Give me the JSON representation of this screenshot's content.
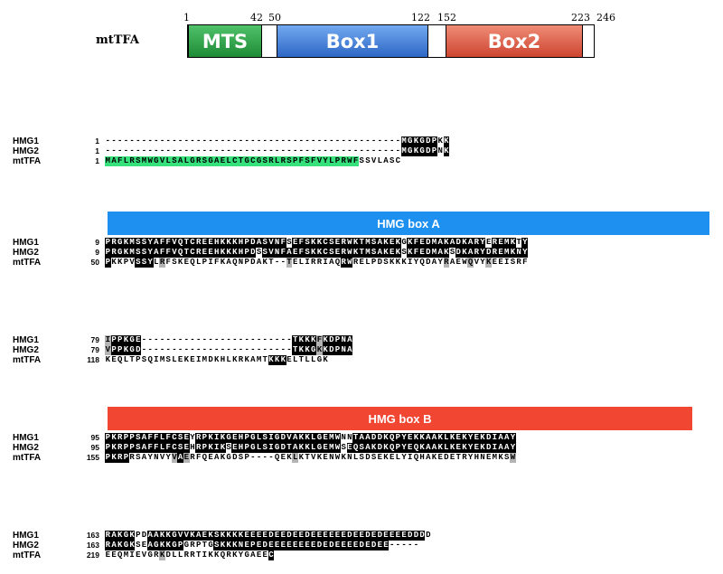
{
  "protein_label": "mtTFA",
  "positions": [
    "1",
    "42",
    "50",
    "122",
    "152",
    "223",
    "246"
  ],
  "domains": [
    {
      "label": "MTS",
      "color": "#2a9e45"
    },
    {
      "label": "Box1",
      "color": "#3a78d8"
    },
    {
      "label": "Box2",
      "color": "#df5a43"
    }
  ],
  "hmg_box_a": "HMG box A",
  "hmg_box_b": "HMG box B",
  "blocks": [
    {
      "rows": [
        {
          "name": "HMG1",
          "start": "1",
          "seq": "-------------------------------------------------MGKGDPKK",
          "mask": "-------------------------------------------------bbbbbbwb"
        },
        {
          "name": "HMG2",
          "start": "1",
          "seq": "-------------------------------------------------MGKGDPNK",
          "mask": "-------------------------------------------------bbbbbbwb"
        },
        {
          "name": "mtTFA",
          "start": "1",
          "seq": "MAFLRSMWGVLSALGRSGAELCTGCGSRLRSPFSFVYLPRWFSSVLASC",
          "mask": "mmmmmmmmmmmmmmmmmmmmmmmmmmmmmmmmmmmmmmmmmmwwwwwww"
        }
      ]
    },
    {
      "rows": [
        {
          "name": "HMG1",
          "start": "9",
          "seq": "PRGKMSSYAFFVQTCREEHKKKHPDASVNFSEFSKKCSERWKTMSAKEKGKFEDMAKADKARYEREMKTY",
          "mask": "bbbbbbbbbbbbbbbbbbbbbbbbbbbbbbwbbbbbbbbbbbbbbbbbbwbbbbbbbbbbbbbwbbbbwb"
        },
        {
          "name": "HMG2",
          "start": "9",
          "seq": "PRGKMSSYAFFVQTCREEHKKKHPDSSVNFAEFSKKCSERWKTMSAKEKSKFEDMAKSDKARYDREMKNY",
          "mask": "bbbbbbbbbbbbbbbbbbbbbbbbbwbbbbbbbbbbbbbbbbbbbbbbbwbbbbbbbwbbbbbbbbbbbb"
        },
        {
          "name": "mtTFA",
          "start": "50",
          "seq": "PKKPVSSYLRFSKEQLPIFKAQNPDAKT--TELIRRIAQRWRELPDSKKKIYQDAYRAEWQVYKEEISRF",
          "mask": "bwwwwbbbwgwwwwwwwwwwwwwwwwww--gwwwwwwwwbbwwwwwwwwwwwwwwwgwwwgwwgwwwww"
        }
      ]
    },
    {
      "rows": [
        {
          "name": "HMG1",
          "start": "79",
          "seq": "IPPKGE-------------------------TKKKFKDPNA",
          "mask": "gbbbbb-------------------------bbbbgbbbbb"
        },
        {
          "name": "HMG2",
          "start": "79",
          "seq": "VPPKGD-------------------------TKKGKKDPNA",
          "mask": "gbbbbb-------------------------bbbbgbbbbb"
        },
        {
          "name": "mtTFA",
          "start": "118",
          "seq": "KEQLTPSQIMSLEKEIMDKHLKRKAMTKKKELTLLGK",
          "mask": "wwwwwwwwwwwwwwwwwwwwwwwwwwwbbbwwwwwww"
        }
      ]
    },
    {
      "rows": [
        {
          "name": "HMG1",
          "start": "95",
          "seq": "PKRPPSAFFLFCSEYRPKIKGEHPGLSIGDVAKKLGEMWNNTAADDKQPYEKKAAKLKEKYEKDIAAY",
          "mask": "bbbbbbbbbbbbbbwbbbbbbbbbbbbbbbbbbbbbbbbwwbbbbbbbbbbbbbbbbbbbbbbbbbbb"
        },
        {
          "name": "HMG2",
          "start": "95",
          "seq": "PKRPPSAFFLFCSEHRPKIKSEHPGLSIGDTAKKLGEMWSEQSAKDKQPYEQKAAKLKEKYEKDIAAY",
          "mask": "bbbbbbbbbbbbbbwbbbbbwbbbbbbbbbbbbbbbbbbwbbbbbbbbbbbbbbbbbbbbbbbbbbbb"
        },
        {
          "name": "mtTFA",
          "start": "155",
          "seq": "PKRPRSAYNVYVAERFQEAKGDSP----QEKLKTVKENWKNLSDSEKELYIQHAKEDETRYHNEMKSW",
          "mask": "bbbbwwwwwwwgbgwwwwwwwwww----wwwgwwwwwwwwwwwwwwwwwwwwwwwwwwwwwwwwwwwg"
        }
      ]
    },
    {
      "rows": [
        {
          "name": "HMG1",
          "start": "163",
          "seq": "RAKGKPDAAKKGVVKAEKSKKKKEEEEDEEDEEDEEEEEEDEEDEDEEEEDDDD",
          "mask": "bbbbbwwbbbbbbbbbbbbbbbbbbbbbbbbbbbbbbbbbbbbbbbbbbbbbb"
        },
        {
          "name": "HMG2",
          "start": "163",
          "seq": "RAKGKSEAGKKGPGRPTGSKKKNEPEDEEEEEEEEDEDEEEEDEDEE-----",
          "mask": "bbbbbwwbbbbbbwwwwwbbbbbbbbbbbbbbbbbbbbbbbbbbbbb-----"
        },
        {
          "name": "mtTFA",
          "start": "219",
          "seq": "EEQMIEVGRKDLLRRTIKKQRKYGAEEC",
          "mask": "wwwwwwwwwgwwwwwwwwwwwwwwwwwb"
        }
      ]
    }
  ]
}
